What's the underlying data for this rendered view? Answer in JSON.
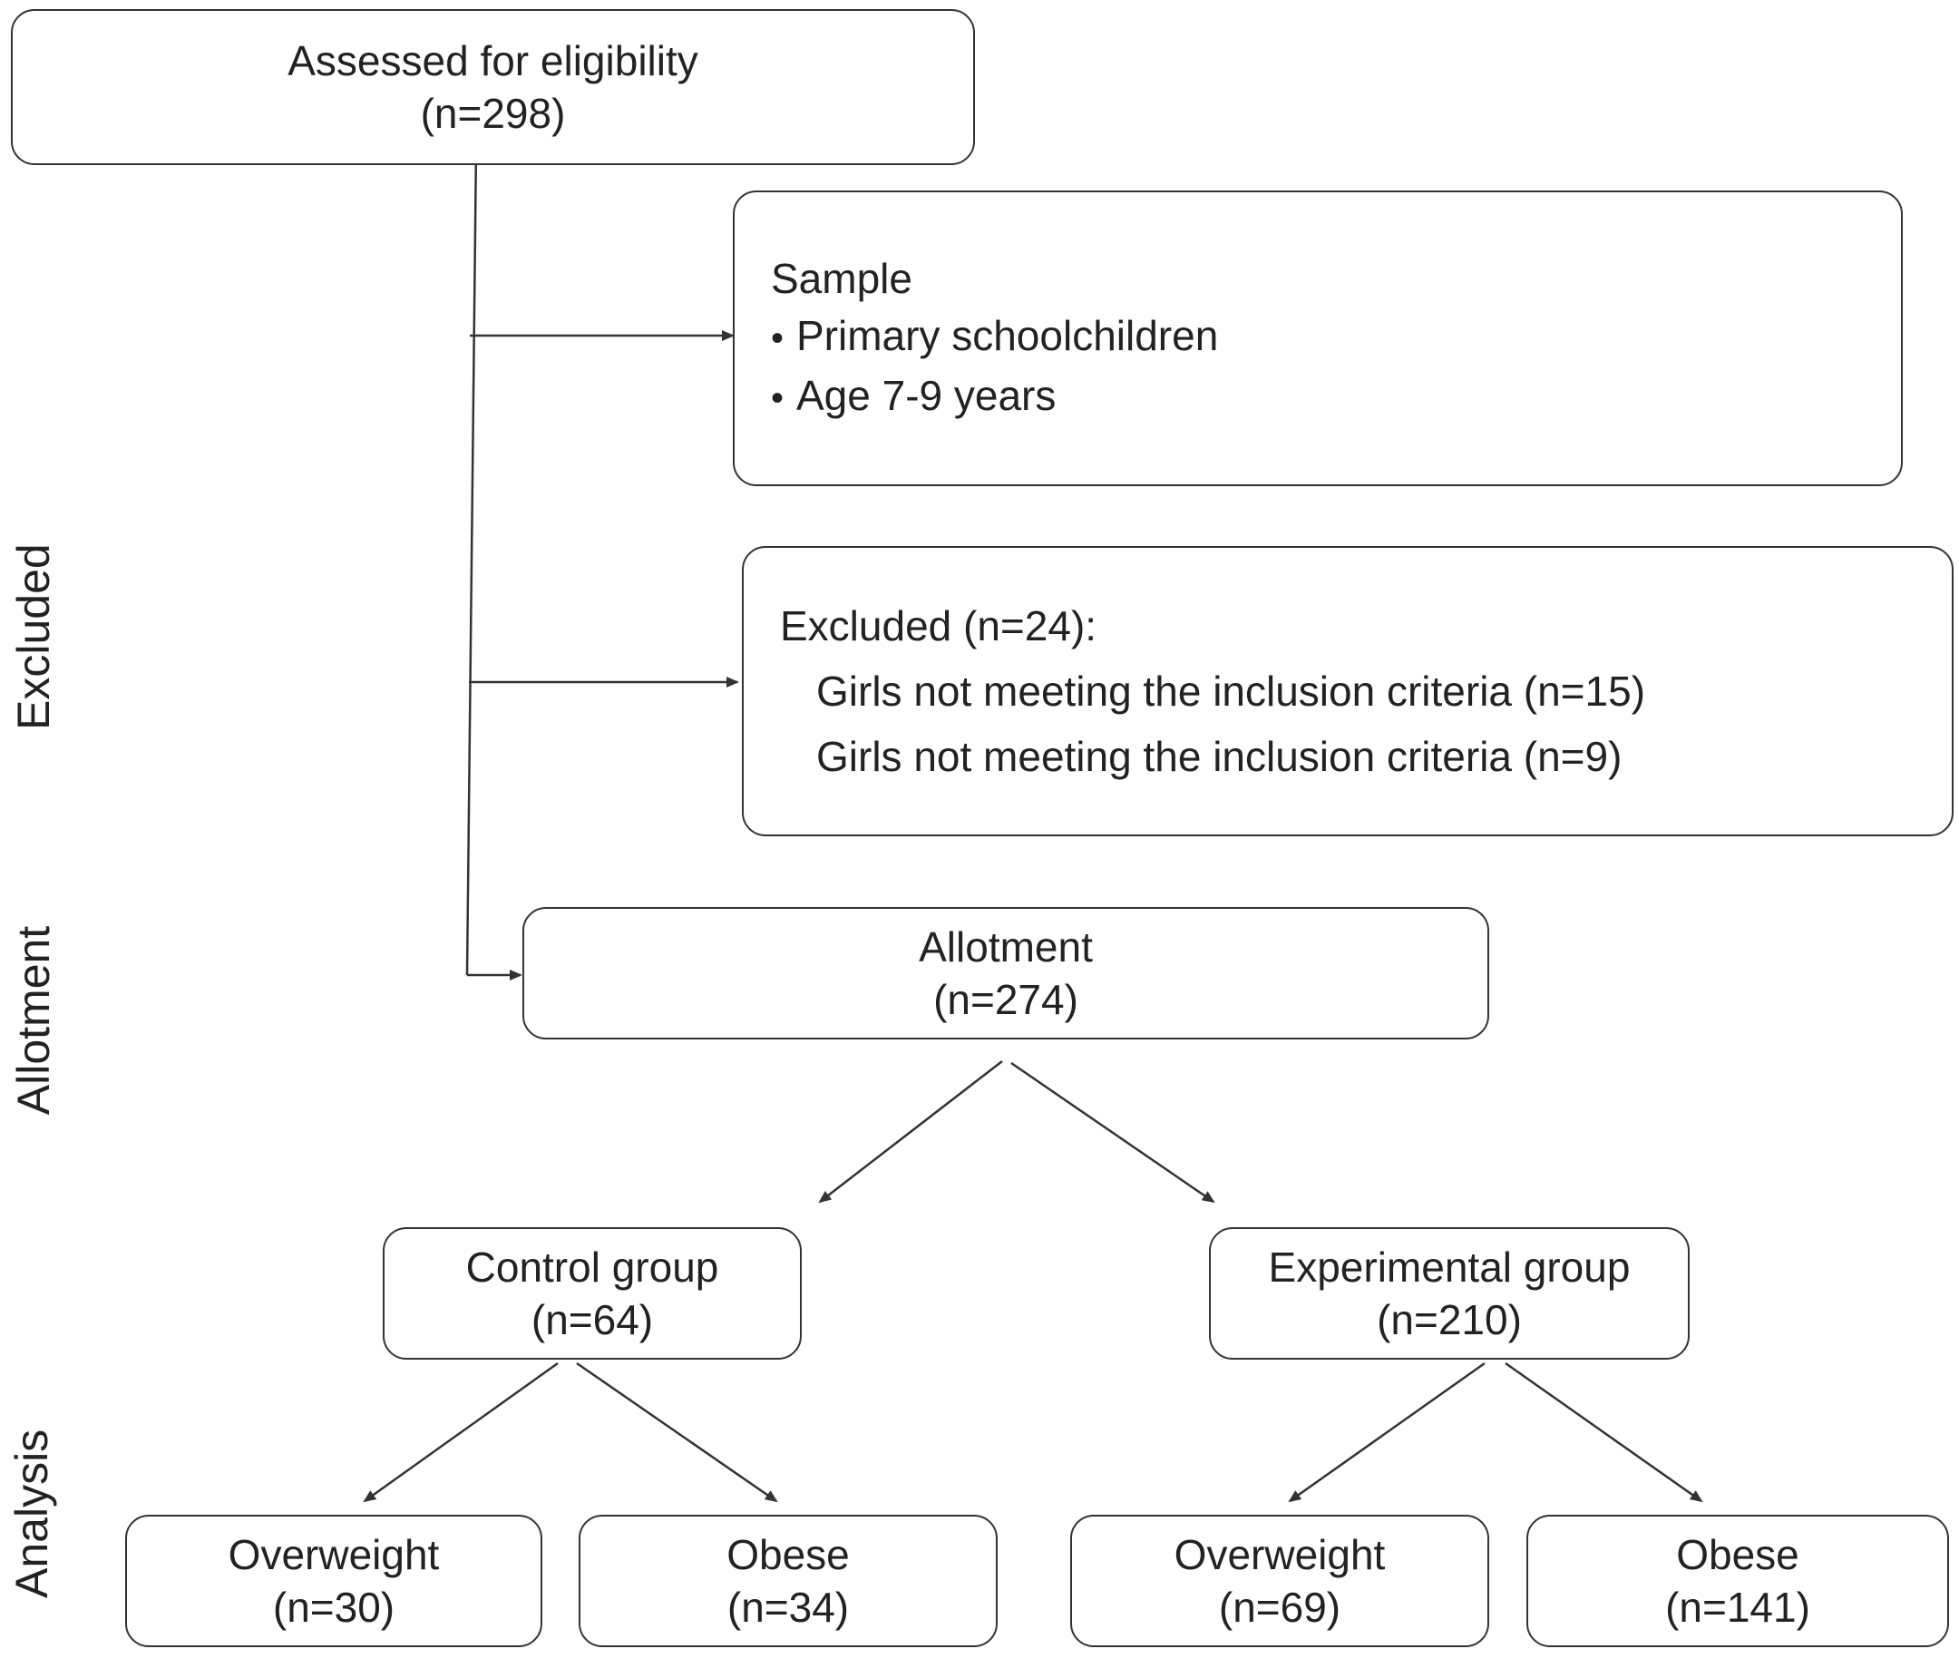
{
  "side_labels": {
    "excluded": "Excluded",
    "allotment": "Allotment",
    "analysis": "Analysis"
  },
  "eligibility": {
    "title": "Assessed for eligibility",
    "count": "(n=298)"
  },
  "sample": {
    "title": "Sample",
    "bullets": [
      "Primary schoolchildren",
      "Age 7-9 years"
    ]
  },
  "excluded": {
    "title": "Excluded (n=24):",
    "items": [
      "Girls not meeting the inclusion criteria (n=15)",
      "Girls not meeting the inclusion criteria (n=9)"
    ]
  },
  "allotment": {
    "title": "Allotment",
    "count": "(n=274)"
  },
  "control": {
    "title": "Control group",
    "count": "(n=64)",
    "overweight": {
      "title": "Overweight",
      "count": "(n=30)"
    },
    "obese": {
      "title": "Obese",
      "count": "(n=34)"
    }
  },
  "experimental": {
    "title": "Experimental group",
    "count": "(n=210)",
    "overweight": {
      "title": "Overweight",
      "count": "(n=69)"
    },
    "obese": {
      "title": "Obese",
      "count": "(n=141)"
    }
  }
}
